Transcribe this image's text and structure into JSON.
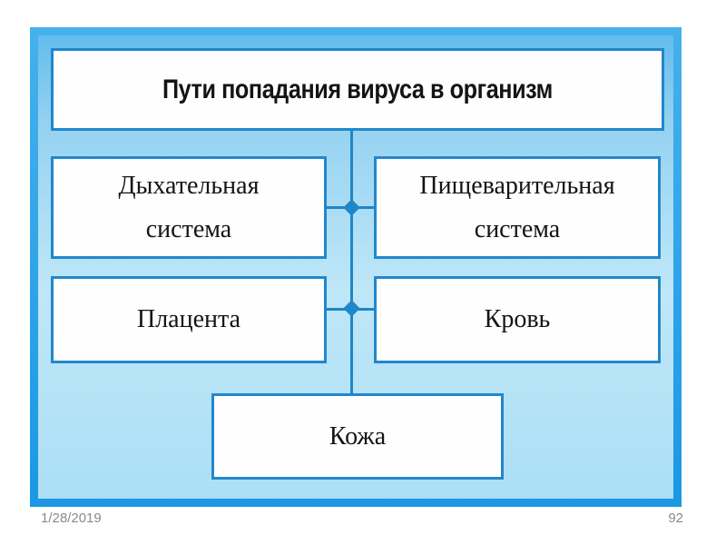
{
  "theme": {
    "page_bg": "#ffffff",
    "frame_top": "#45b1ec",
    "frame_bottom": "#1d97e4",
    "bg_top": "#63bcee",
    "bg_upper": "#93d1f0",
    "bg_mid": "#bfe7f8",
    "bg_bottom": "#abdff5",
    "box_border": "#2287cb",
    "box_bg": "#fefefe",
    "connector": "#1f86c8",
    "text_color": "#141414",
    "footer_text": "#8a8a8a"
  },
  "slide": {
    "title": "Пути попадания вируса в организм",
    "nodes": [
      {
        "id": "respiratory",
        "label": "Дыхательная\nсистема"
      },
      {
        "id": "digestive",
        "label": "Пищеварительная\nсистема"
      },
      {
        "id": "placenta",
        "label": "Плацента"
      },
      {
        "id": "blood",
        "label": "Кровь"
      },
      {
        "id": "skin",
        "label": "Кожа"
      }
    ],
    "footer": {
      "date": "1/28/2019",
      "page_number": "92"
    }
  }
}
